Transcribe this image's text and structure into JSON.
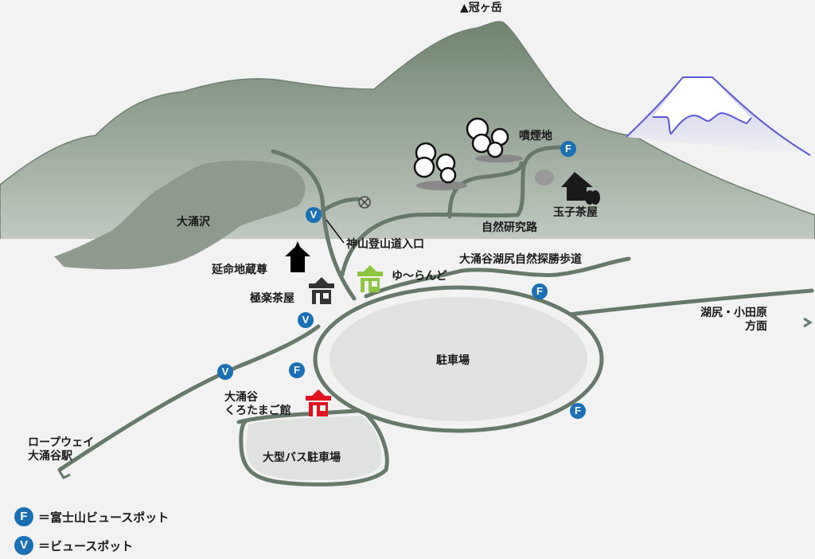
{
  "map": {
    "peak_label": "▲冠ヶ岳",
    "areas": {
      "owakuzawa": "大涌沢",
      "parking": "駐車場",
      "bus_parking": "大型バス駐車場"
    },
    "places": {
      "funen_chi": "噴煙地",
      "tamago_chaya": "玉子茶屋",
      "shizen_kenkyuro": "自然研究路",
      "kamiyama_trailhead": "神山登山道入口",
      "enmei_jizo": "延命地蔵尊",
      "yu_land": "ゆ～らんど",
      "gokuraku_chaya": "極楽茶屋",
      "nature_trail": "大涌谷湖尻自然探勝歩道",
      "kojiri_odawara_line1": "湖尻・小田原",
      "kojiri_odawara_line2": "方面",
      "kurotamago_line1": "大涌谷",
      "kurotamago_line2": "くろたまご館",
      "ropeway_line1": "ロープウェイ",
      "ropeway_line2": "大涌谷駅"
    },
    "markers": {
      "fuji_view": "F",
      "view": "V"
    },
    "colors": {
      "background": "#f2f2f2",
      "mountain": "#6f8470",
      "path": "#66796a",
      "badge": "#1a6fb5",
      "fuji_outline": "#5a5ad8",
      "yu_land_icon": "#8cc63f",
      "kurotamago_icon": "#e0141e",
      "gokuraku_icon": "#333333"
    }
  },
  "legend": [
    {
      "marker": "F",
      "text": "＝富士山ビュースポット"
    },
    {
      "marker": "V",
      "text": "＝ビュースポット"
    }
  ]
}
